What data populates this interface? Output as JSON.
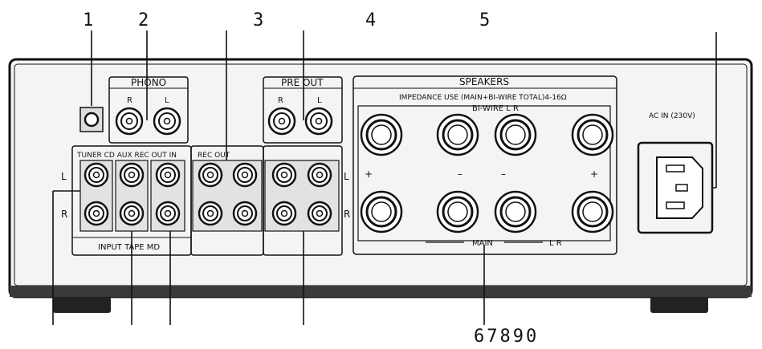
{
  "callouts_top": [
    "1",
    "2",
    "3",
    "4",
    "5"
  ],
  "callout_bottom": "67890",
  "panels": {
    "phono": {
      "title": "PHONO",
      "r": "R",
      "l": "L"
    },
    "pre_out": {
      "title": "PRE OUT",
      "r": "R",
      "l": "L"
    },
    "speakers": {
      "title": "SPEAKERS",
      "impedance": "IMPEDANCE USE (MAIN+BI-WIRE TOTAL)4-16Ω",
      "biwire": "BI-WIRE L R",
      "plus_left": "+",
      "minus_left": "–",
      "minus_right": "–",
      "plus_right": "+",
      "main": "MAIN",
      "lr": "L R"
    },
    "ac_in": {
      "title": "AC IN (230V)"
    },
    "inputs": {
      "header": "TUNER CD AUX REC OUT IN",
      "rec_out": "REC OUT",
      "footer": "INPUT TAPE MD",
      "l": "L",
      "r": "R",
      "l_right": "L",
      "r_right": "R"
    }
  },
  "colors": {
    "body": "#f4f4f4",
    "outline": "#111111",
    "foot": "#222222"
  }
}
